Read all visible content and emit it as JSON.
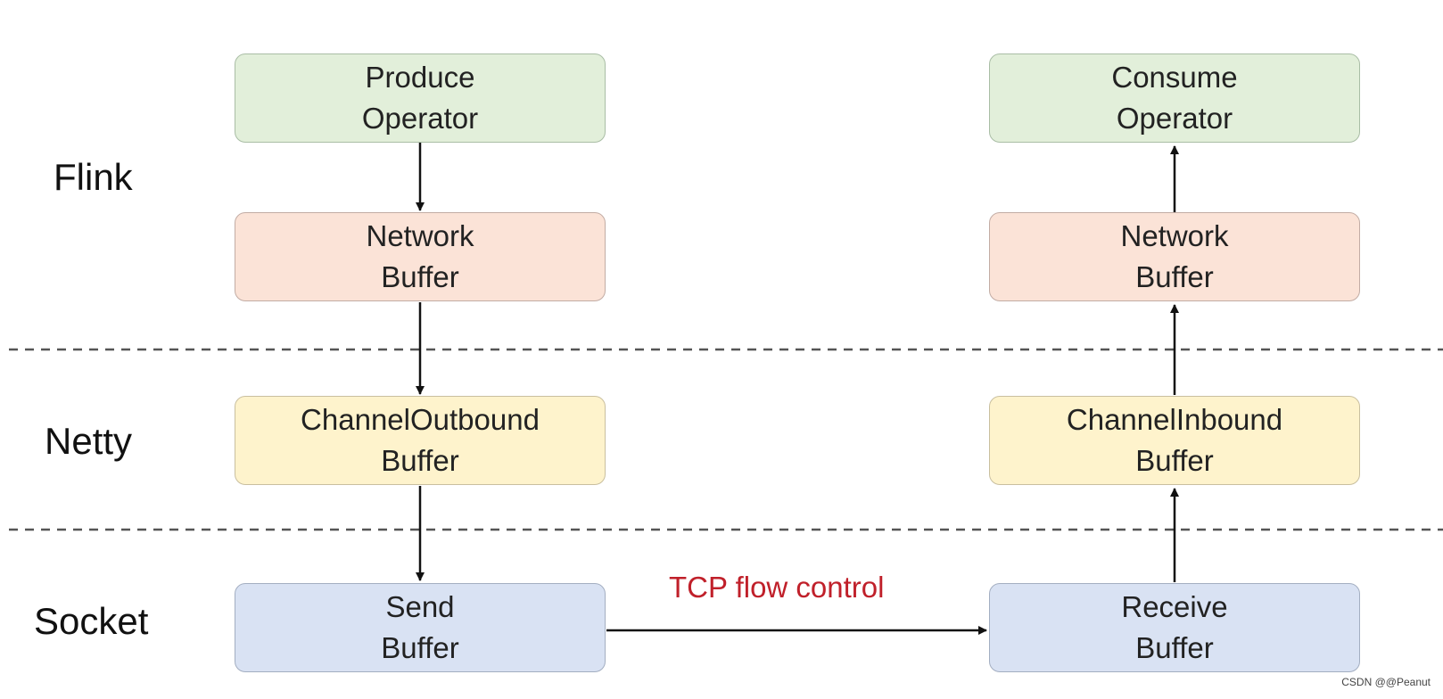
{
  "layers": {
    "flink": "Flink",
    "netty": "Netty",
    "socket": "Socket"
  },
  "left": {
    "produce": [
      "Produce",
      "Operator"
    ],
    "network": [
      "Network",
      "Buffer"
    ],
    "outbound": [
      "ChannelOutbound",
      "Buffer"
    ],
    "send": [
      "Send",
      "Buffer"
    ]
  },
  "right": {
    "consume": [
      "Consume",
      "Operator"
    ],
    "network": [
      "Network",
      "Buffer"
    ],
    "inbound": [
      "ChannelInbound",
      "Buffer"
    ],
    "receive": [
      "Receive",
      "Buffer"
    ]
  },
  "tcp_label": "TCP flow control",
  "watermark": "CSDN @@Peanut",
  "colors": {
    "operator": "#e2efda",
    "network_buffer": "#fbe3d7",
    "channel_buffer": "#fef3cc",
    "socket_buffer": "#d9e2f3",
    "tcp_label": "#c0202a",
    "arrow": "#111111"
  }
}
